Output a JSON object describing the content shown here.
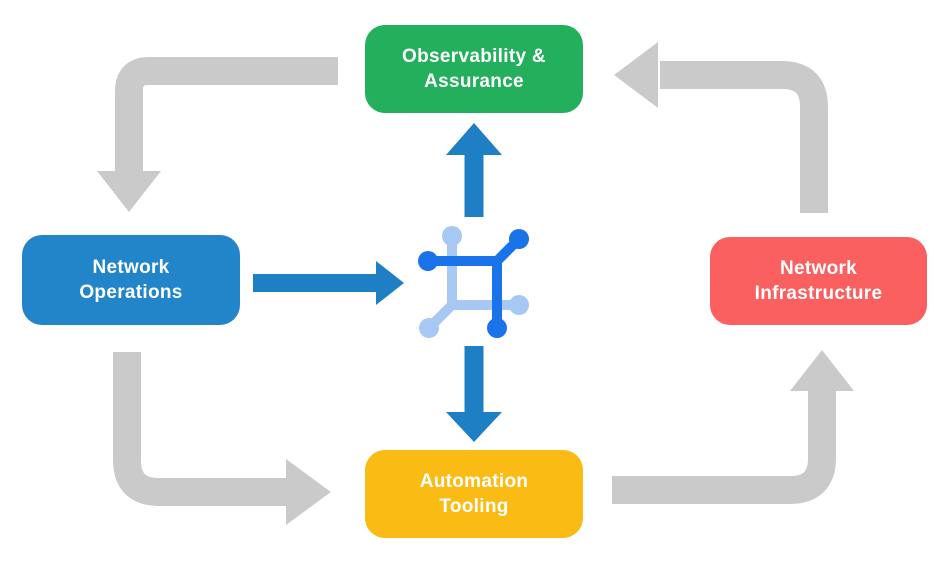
{
  "background_color": "#ffffff",
  "nodes": {
    "observability": {
      "lines": [
        "Observability &",
        "Assurance"
      ],
      "color": "#23AF5B"
    },
    "operations": {
      "lines": [
        "Network",
        "Operations"
      ],
      "color": "#2385C9"
    },
    "infrastructure": {
      "lines": [
        "Network",
        "Infrastructure"
      ],
      "color": "#FA6060"
    },
    "automation": {
      "lines": [
        "Automation",
        "Tooling"
      ],
      "color": "#FBBB15"
    }
  },
  "center_icon": {
    "name": "connected-network-icon",
    "dark_color": "#1A73E8",
    "light_color": "#A6C8F3"
  },
  "arrows": {
    "cycle": {
      "color": "#CACACA",
      "items": [
        {
          "from": "observability",
          "to": "operations"
        },
        {
          "from": "operations",
          "to": "automation"
        },
        {
          "from": "automation",
          "to": "infrastructure"
        },
        {
          "from": "infrastructure",
          "to": "observability"
        }
      ]
    },
    "hub": {
      "color": "#1F7FC4",
      "items": [
        {
          "from": "operations",
          "to": "center-icon"
        },
        {
          "from": "center-icon",
          "to": "observability"
        },
        {
          "from": "center-icon",
          "to": "automation"
        }
      ]
    }
  }
}
